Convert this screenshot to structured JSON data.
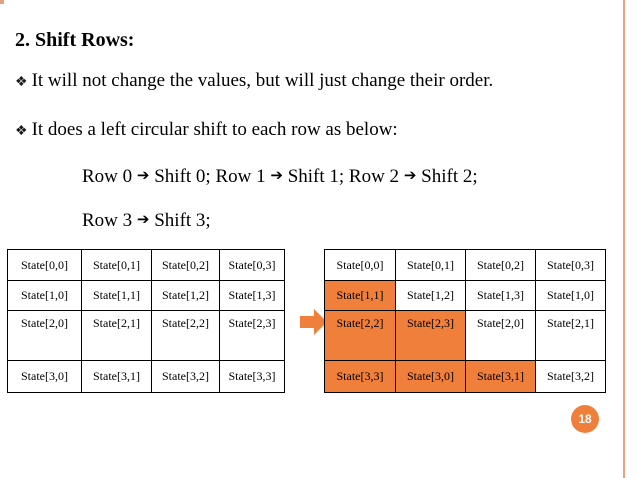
{
  "slide": {
    "title": "2. Shift Rows:",
    "bullets": [
      "It will not change the values, but will just change their order.",
      "It does a left circular shift to each row as below:"
    ],
    "rule_line1": {
      "row0": "Row 0",
      "shift0": "Shift 0; Row 1",
      "shift1": "Shift 1; Row 2",
      "shift2": "Shift 2;"
    },
    "rule_line2": {
      "row3": "Row 3",
      "shift3": "Shift 3;"
    },
    "page_number": "18",
    "accent_color": "#f07f3c"
  },
  "before_table": [
    [
      "State[0,0]",
      "State[0,1]",
      "State[0,2]",
      "State[0,3]"
    ],
    [
      "State[1,0]",
      "State[1,1]",
      "State[1,2]",
      "State[1,3]"
    ],
    [
      "State[2,0]",
      "State[2,1]",
      "State[2,2]",
      "State[2,3]"
    ],
    [
      "State[3,0]",
      "State[3,1]",
      "State[3,2]",
      "State[3,3]"
    ]
  ],
  "after_table": [
    [
      "State[0,0]",
      "State[0,1]",
      "State[0,2]",
      "State[0,3]"
    ],
    [
      "State[1,1]",
      "State[1,2]",
      "State[1,3]",
      "State[1,0]"
    ],
    [
      "State[2,2]",
      "State[2,3]",
      "State[2,0]",
      "State[2,1]"
    ],
    [
      "State[3,3]",
      "State[3,0]",
      "State[3,1]",
      "State[3,2]"
    ]
  ],
  "after_highlight": [
    [
      false,
      false,
      false,
      false
    ],
    [
      true,
      false,
      false,
      false
    ],
    [
      true,
      true,
      false,
      false
    ],
    [
      true,
      true,
      true,
      false
    ]
  ],
  "icons": {
    "bullet": "diamond-bullet-icon",
    "rule_arrow": "right-arrow-icon",
    "shift_arrow": "orange-right-arrow-icon"
  }
}
